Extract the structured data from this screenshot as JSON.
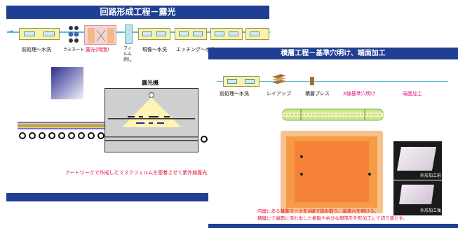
{
  "slide1": {
    "title": "回路形成工程－露光",
    "flow_labels": [
      "前処理～水洗",
      "ラミネート",
      "露光(両面)",
      "フィルム剥し",
      "現像～水洗",
      "エッチング～水洗"
    ],
    "machine_label": "露光機",
    "note": "アートワークで作成したマスクフィルムを密着させて紫外線露光す"
  },
  "slide2": {
    "title": "積層工程－基準穴明け、端面加工",
    "flow_labels": [
      "前処理～水洗",
      "レイアップ",
      "積層プレス",
      "X線基準穴明け",
      "端面加工"
    ],
    "photo_labels": [
      "外形加工前",
      "外形加工後"
    ],
    "note_lines": [
      "内層にある基準マークをX線で読み取り、基準穴を明ける。",
      "積層にて端面に流れ出した樹脂や余分な銅箔を外形加工にて切り落とす。"
    ]
  },
  "colors": {
    "header": "#1f3f94",
    "accent_red": "#e0103a",
    "accent_pink": "#e0148c",
    "panel_orange": "#f7a14d"
  }
}
